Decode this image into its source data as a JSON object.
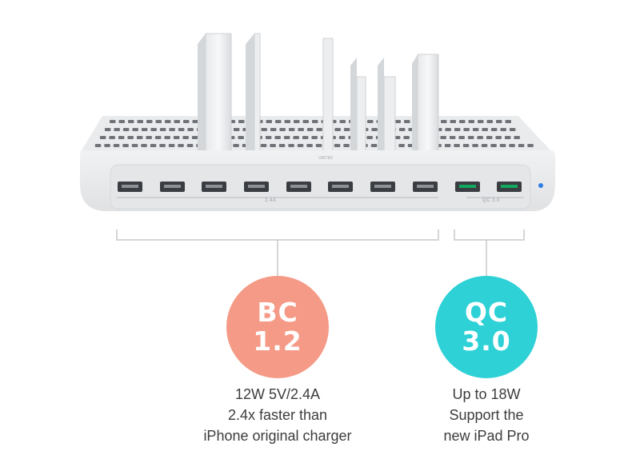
{
  "device": {
    "brand_text": "UNITEK",
    "group_label_bc": "2.4A",
    "group_label_qc": "QC 3.0"
  },
  "bc": {
    "badge_line1": "BC",
    "badge_line2": "1.2",
    "color": "#f59a86",
    "desc_lines": [
      "12W 5V/2.4A",
      "2.4x faster than",
      "iPhone original charger"
    ]
  },
  "qc": {
    "badge_line1": "QC",
    "badge_line2": "3.0",
    "color": "#2ed1d6",
    "desc_lines": [
      "Up to 18W",
      "Support the",
      "new iPad Pro"
    ]
  },
  "colors": {
    "port_green": "#12a860",
    "indicator_blue": "#2f7fe6",
    "bracket": "#c9c9c9"
  }
}
